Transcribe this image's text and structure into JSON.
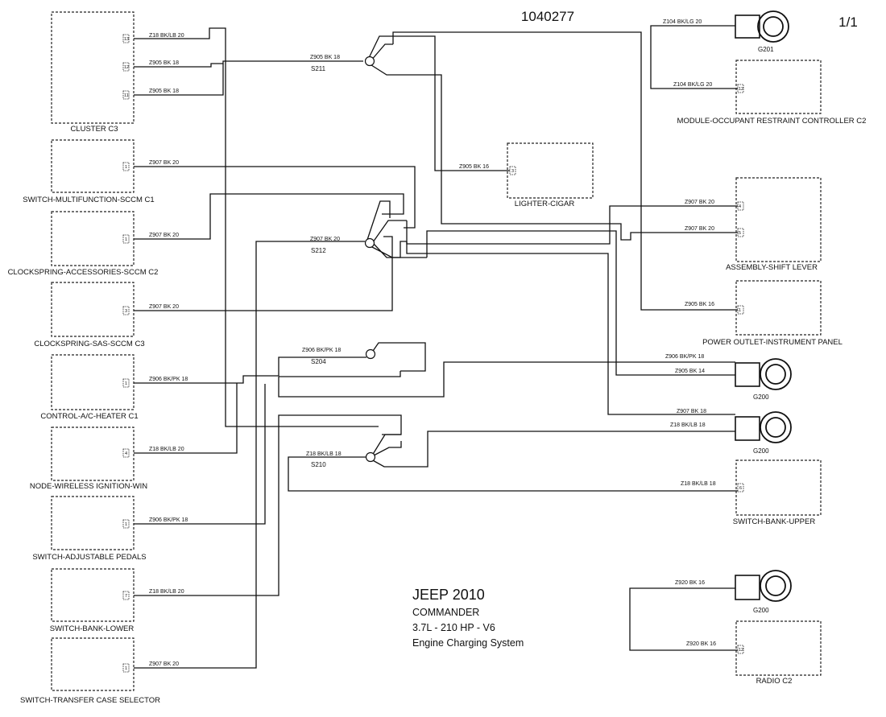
{
  "header": {
    "doc_number": "1040277",
    "page": "1/1"
  },
  "title_block": {
    "line1": "JEEP 2010",
    "line2": "COMMANDER",
    "line3": "3.7L - 210 HP  - V6",
    "line4": "Engine Charging System"
  },
  "components": {
    "cluster": "CLUSTER C3",
    "sw_multifunction": "SWITCH-MULTIFUNCTION-SCCM C1",
    "clockspring_acc": "CLOCKSPRING-ACCESSORIES-SCCM C2",
    "clockspring_sas": "CLOCKSPRING-SAS-SCCM C3",
    "control_ac": "CONTROL-A/C-HEATER C1",
    "node_wireless": "NODE-WIRELESS IGNITION-WIN",
    "sw_pedals": "SWITCH-ADJUSTABLE PEDALS",
    "sw_bank_lower": "SWITCH-BANK-LOWER",
    "sw_transfer": "SWITCH-TRANSFER CASE SELECTOR",
    "module_orc": "MODULE-OCCUPANT RESTRAINT CONTROLLER C2",
    "lighter": "LIGHTER-CIGAR",
    "shift_lever": "ASSEMBLY-SHIFT LEVER",
    "power_outlet": "POWER OUTLET-INSTRUMENT PANEL",
    "sw_bank_upper": "SWITCH-BANK-UPPER",
    "radio": "RADIO C2"
  },
  "grounds": {
    "g201": "G201",
    "g200a": "G200",
    "g200b": "G200",
    "g200c": "G200"
  },
  "splices": {
    "s211": "S211",
    "s212": "S212",
    "s204": "S204",
    "s210": "S210"
  },
  "pins": {
    "cl13": "13",
    "cl12": "12",
    "cl11": "11",
    "mf": "1",
    "cac": "1",
    "sas": "3",
    "ac": "1",
    "nw": "4",
    "ped": "1",
    "sbl": "7",
    "stc": "1",
    "orc": "12",
    "lig": "3",
    "sh4": "4",
    "sh5": "5",
    "po": "1",
    "sbu": "6",
    "rad": "12"
  },
  "wires": {
    "w_cl13": "Z18 BK/LB 20",
    "w_cl12": "Z905 BK 18",
    "w_cl11": "Z905 BK 18",
    "w_s211": "Z905 BK 18",
    "w_mf": "Z907 BK 20",
    "w_cac": "Z907 BK 20",
    "w_s212": "Z907 BK 20",
    "w_sas": "Z907 BK 20",
    "w_s204": "Z906 BK/PK 18",
    "w_ac": "Z906 BK/PK 18",
    "w_nw": "Z18 BK/LB 20",
    "w_s210": "Z18 BK/LB 18",
    "w_ped": "Z906 BK/PK 18",
    "w_sbl": "Z18 BK/LB 20",
    "w_stc": "Z907 BK 20",
    "w_g201": "Z104 BK/LG 20",
    "w_orc": "Z104 BK/LG 20",
    "w_lig": "Z905 BK 16",
    "w_sh4": "Z907 BK 20",
    "w_sh5": "Z907 BK 20",
    "w_po": "Z905 BK 16",
    "w_g200a1": "Z906 BK/PK 18",
    "w_g200a2": "Z905 BK 14",
    "w_g200b1": "Z907 BK 18",
    "w_g200b2": "Z18 BK/LB 18",
    "w_sbu": "Z18 BK/LB 18",
    "w_g200c": "Z920 BK 16",
    "w_rad": "Z920 BK 16"
  }
}
